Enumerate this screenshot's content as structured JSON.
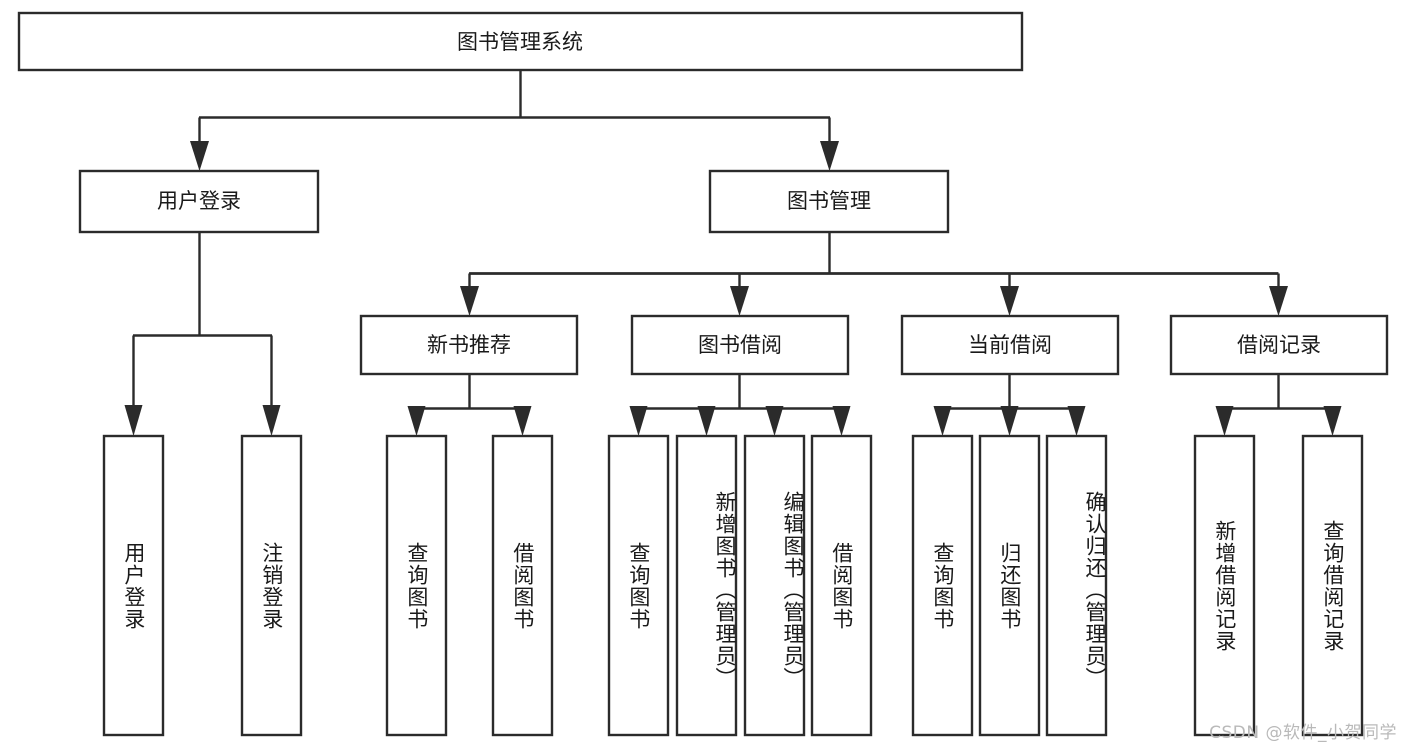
{
  "diagram": {
    "type": "tree-hierarchy-chart",
    "title": "图书管理系统",
    "orientation": "top-down",
    "colors": {
      "box_stroke": "#2b2b2b",
      "box_fill": "#ffffff",
      "connector": "#2b2b2b",
      "text": "#1a1a1a",
      "watermark": "#b9b9b9",
      "background": "#ffffff"
    },
    "levels": {
      "root": {
        "label": "图书管理系统"
      },
      "level1": [
        {
          "label": "用户登录"
        },
        {
          "label": "图书管理"
        }
      ],
      "level2": [
        {
          "label": "新书推荐"
        },
        {
          "label": "图书借阅"
        },
        {
          "label": "当前借阅"
        },
        {
          "label": "借阅记录"
        }
      ],
      "leaves": {
        "user_login": [
          {
            "label": "用户登录"
          },
          {
            "label": "注销登录"
          }
        ],
        "new_book_recommend": [
          {
            "label": "查询图书"
          },
          {
            "label": "借阅图书"
          }
        ],
        "book_borrow": [
          {
            "label": "查询图书"
          },
          {
            "label": "新增图书（管理员）"
          },
          {
            "label": "编辑图书（管理员）"
          },
          {
            "label": "借阅图书"
          }
        ],
        "current_borrow": [
          {
            "label": "查询图书"
          },
          {
            "label": "归还图书"
          },
          {
            "label": "确认归还（管理员）"
          }
        ],
        "borrow_record": [
          {
            "label": "新增借阅记录"
          },
          {
            "label": "查询借阅记录"
          }
        ]
      }
    }
  },
  "watermark": {
    "text": "CSDN @软件_小贺同学"
  }
}
